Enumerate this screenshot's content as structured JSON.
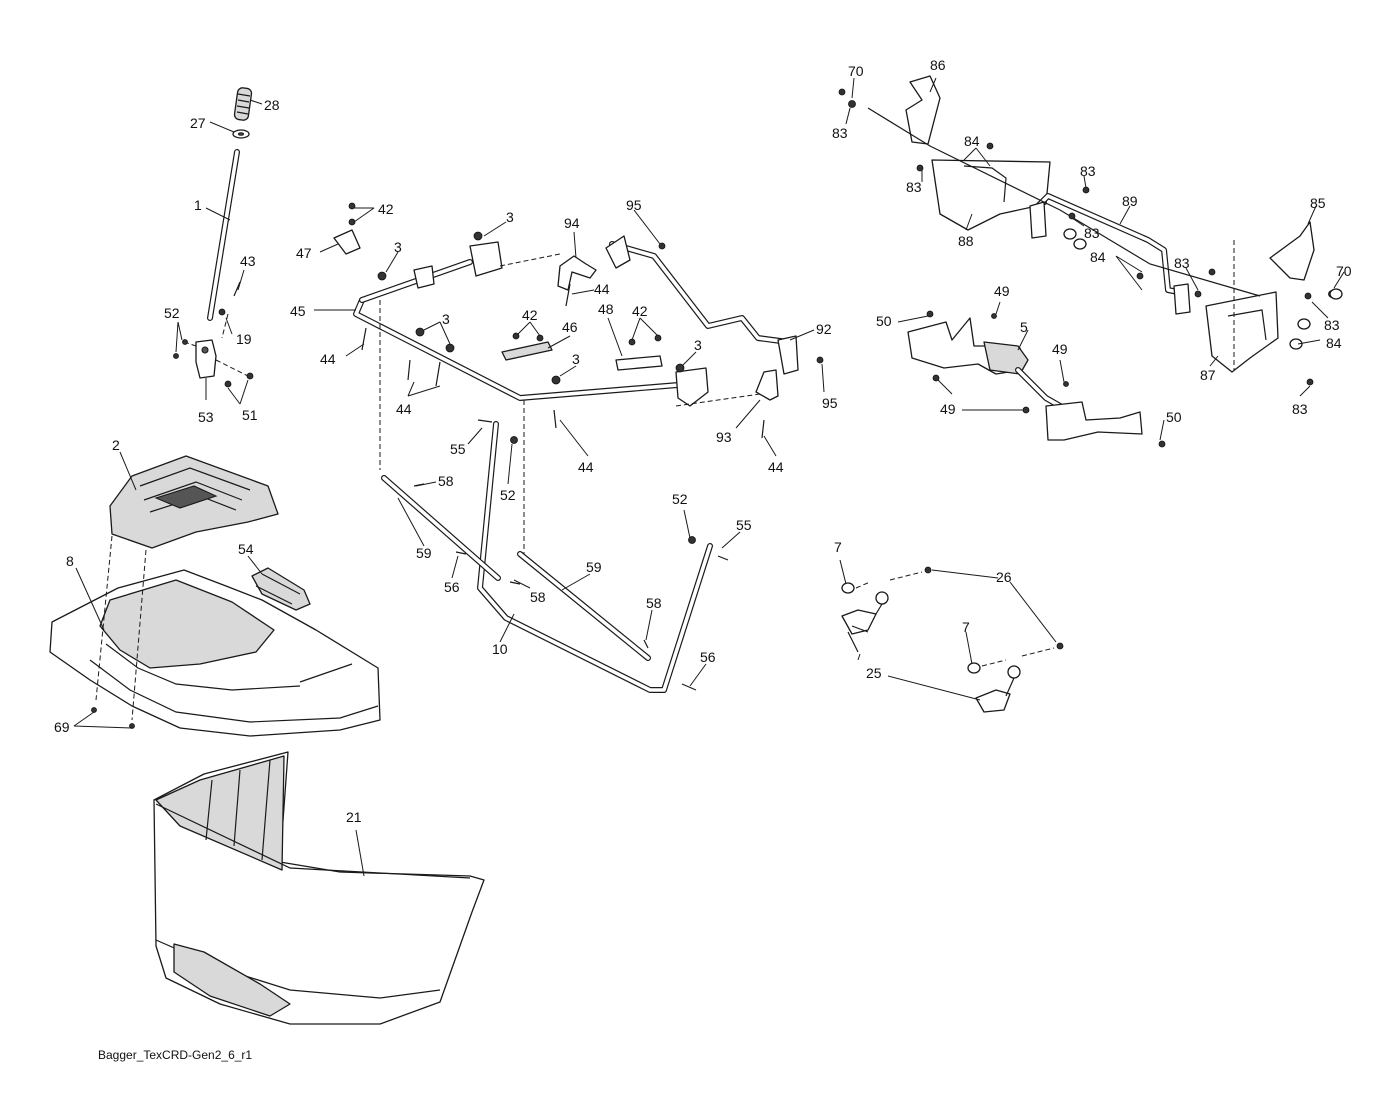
{
  "caption": "Bagger_TexCRD-Gen2_6_r1",
  "callouts": [
    {
      "id": "c28",
      "label": "28"
    },
    {
      "id": "c27",
      "label": "27"
    },
    {
      "id": "c1",
      "label": "1"
    },
    {
      "id": "c43",
      "label": "43"
    },
    {
      "id": "c19",
      "label": "19"
    },
    {
      "id": "c52a",
      "label": "52"
    },
    {
      "id": "c53",
      "label": "53"
    },
    {
      "id": "c51",
      "label": "51"
    },
    {
      "id": "c42a",
      "label": "42"
    },
    {
      "id": "c47",
      "label": "47"
    },
    {
      "id": "c3a",
      "label": "3"
    },
    {
      "id": "c3b",
      "label": "3"
    },
    {
      "id": "c45",
      "label": "45"
    },
    {
      "id": "c44a",
      "label": "44"
    },
    {
      "id": "c3c",
      "label": "3"
    },
    {
      "id": "c44b",
      "label": "44"
    },
    {
      "id": "c94",
      "label": "94"
    },
    {
      "id": "c95a",
      "label": "95"
    },
    {
      "id": "c44c",
      "label": "44"
    },
    {
      "id": "c42b",
      "label": "42"
    },
    {
      "id": "c46",
      "label": "46"
    },
    {
      "id": "c48",
      "label": "48"
    },
    {
      "id": "c42c",
      "label": "42"
    },
    {
      "id": "c3d",
      "label": "3"
    },
    {
      "id": "c3e",
      "label": "3"
    },
    {
      "id": "c92",
      "label": "92"
    },
    {
      "id": "c95b",
      "label": "95"
    },
    {
      "id": "c93",
      "label": "93"
    },
    {
      "id": "c44d",
      "label": "44"
    },
    {
      "id": "c44e",
      "label": "44"
    },
    {
      "id": "c55a",
      "label": "55"
    },
    {
      "id": "c52b",
      "label": "52"
    },
    {
      "id": "c58a",
      "label": "58"
    },
    {
      "id": "c59a",
      "label": "59"
    },
    {
      "id": "c56a",
      "label": "56"
    },
    {
      "id": "c58b",
      "label": "58"
    },
    {
      "id": "c59b",
      "label": "59"
    },
    {
      "id": "c10",
      "label": "10"
    },
    {
      "id": "c52c",
      "label": "52"
    },
    {
      "id": "c55b",
      "label": "55"
    },
    {
      "id": "c58c",
      "label": "58"
    },
    {
      "id": "c56b",
      "label": "56"
    },
    {
      "id": "c2",
      "label": "2"
    },
    {
      "id": "c54",
      "label": "54"
    },
    {
      "id": "c8",
      "label": "8"
    },
    {
      "id": "c69",
      "label": "69"
    },
    {
      "id": "c21",
      "label": "21"
    },
    {
      "id": "c70a",
      "label": "70"
    },
    {
      "id": "c86",
      "label": "86"
    },
    {
      "id": "c83a",
      "label": "83"
    },
    {
      "id": "c84a",
      "label": "84"
    },
    {
      "id": "c83b",
      "label": "83"
    },
    {
      "id": "c83c",
      "label": "83"
    },
    {
      "id": "c83d",
      "label": "83"
    },
    {
      "id": "c88",
      "label": "88"
    },
    {
      "id": "c89",
      "label": "89"
    },
    {
      "id": "c85",
      "label": "85"
    },
    {
      "id": "c84b",
      "label": "84"
    },
    {
      "id": "c83e",
      "label": "83"
    },
    {
      "id": "c70b",
      "label": "70"
    },
    {
      "id": "c83f",
      "label": "83"
    },
    {
      "id": "c84c",
      "label": "84"
    },
    {
      "id": "c87",
      "label": "87"
    },
    {
      "id": "c83g",
      "label": "83"
    },
    {
      "id": "c49a",
      "label": "49"
    },
    {
      "id": "c50a",
      "label": "50"
    },
    {
      "id": "c5",
      "label": "5"
    },
    {
      "id": "c49b",
      "label": "49"
    },
    {
      "id": "c49c",
      "label": "49"
    },
    {
      "id": "c50b",
      "label": "50"
    },
    {
      "id": "c7a",
      "label": "7"
    },
    {
      "id": "c26",
      "label": "26"
    },
    {
      "id": "c7b",
      "label": "7"
    },
    {
      "id": "c25",
      "label": "25"
    }
  ]
}
